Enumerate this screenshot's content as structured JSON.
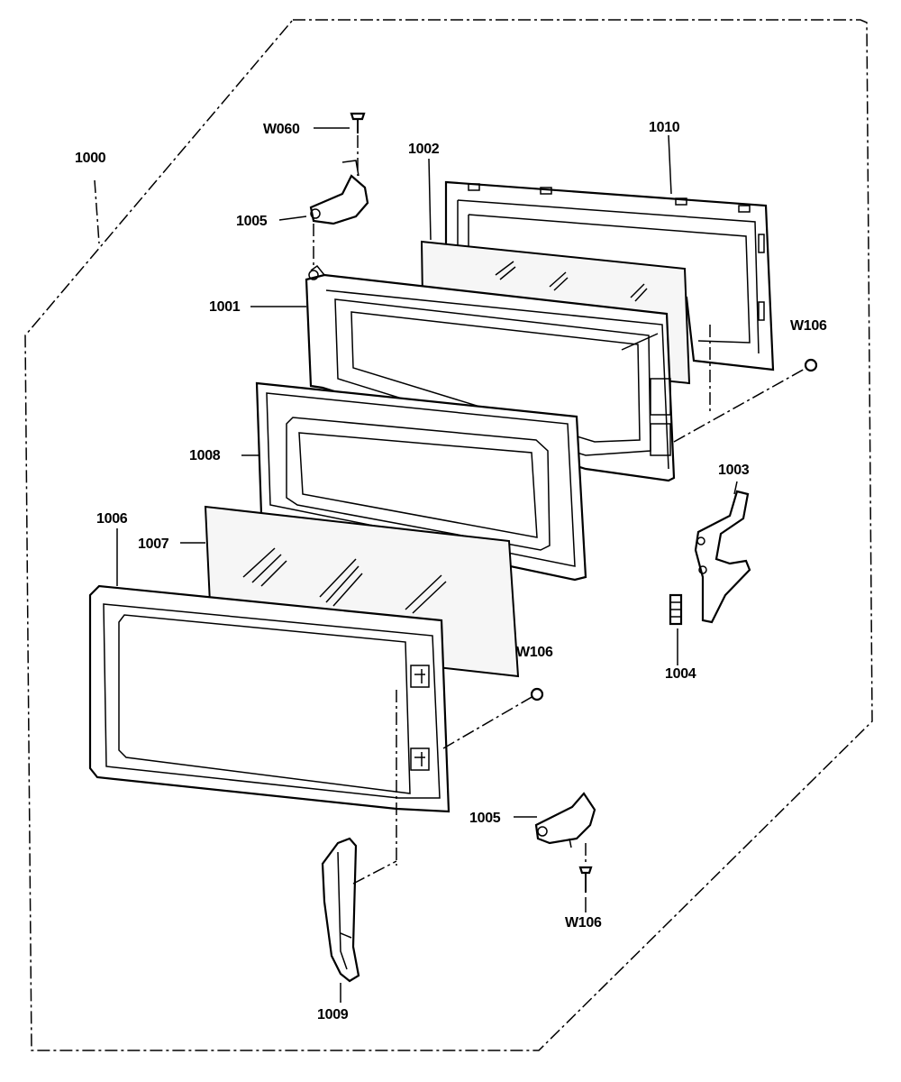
{
  "diagram": {
    "type": "exploded parts diagram",
    "labels": {
      "assembly": "1000",
      "choke_frame": "1001",
      "inner_panel": "1002",
      "latch_lever": "1003",
      "spring": "1004",
      "hinge_top": "1005",
      "hinge_bottom": "1005",
      "door_frame": "1006",
      "outer_glass": "1007",
      "door_screen": "1008",
      "handle": "1009",
      "door_cover": "1010",
      "screw_top": "W060",
      "screw_right": "W106",
      "screw_mid": "W106",
      "screw_bottom": "W106"
    }
  }
}
